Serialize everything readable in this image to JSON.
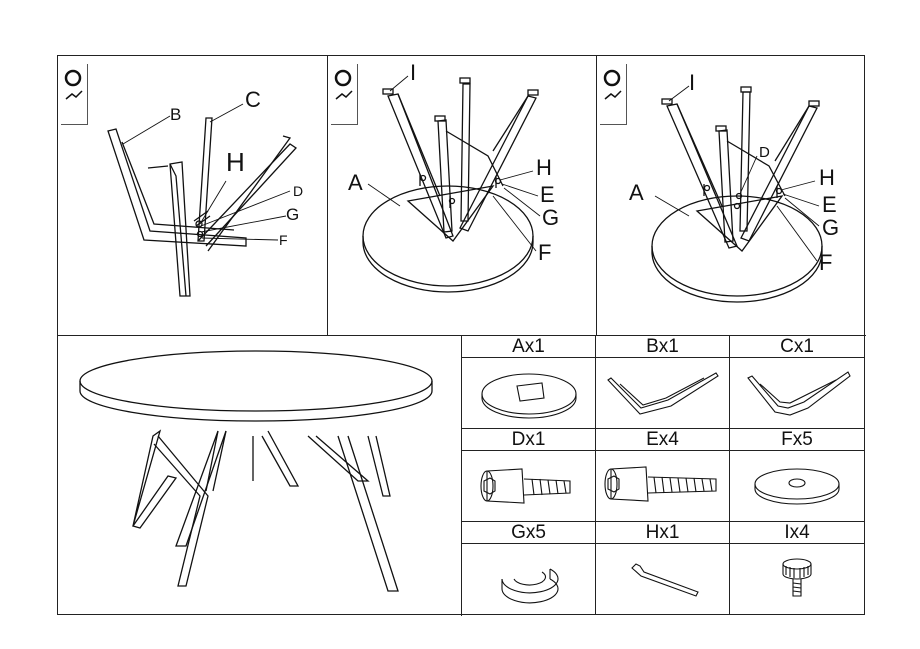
{
  "steps": [
    {
      "icon": "rotate-icon",
      "callouts": {
        "B": "B",
        "C": "C",
        "H": "H",
        "D": "D",
        "G": "G",
        "F": "F"
      }
    },
    {
      "icon": "rotate-icon",
      "callouts": {
        "I": "I",
        "A": "A",
        "H": "H",
        "E": "E",
        "G": "G",
        "F": "F"
      }
    },
    {
      "icon": "rotate-icon",
      "callouts": {
        "I": "I",
        "D": "D",
        "A": "A",
        "H": "H",
        "E": "E",
        "G": "G",
        "F": "F"
      }
    }
  ],
  "parts": [
    {
      "label": "Ax1",
      "icon": "tabletop-icon"
    },
    {
      "label": "Bx1",
      "icon": "leg-frame-b-icon"
    },
    {
      "label": "Cx1",
      "icon": "leg-frame-c-icon"
    },
    {
      "label": "Dx1",
      "icon": "bolt-short-icon"
    },
    {
      "label": "Ex4",
      "icon": "bolt-long-icon"
    },
    {
      "label": "Fx5",
      "icon": "flat-washer-icon"
    },
    {
      "label": "Gx5",
      "icon": "spring-washer-icon"
    },
    {
      "label": "Hx1",
      "icon": "allen-key-icon"
    },
    {
      "label": "Ix4",
      "icon": "levelling-foot-icon"
    }
  ]
}
